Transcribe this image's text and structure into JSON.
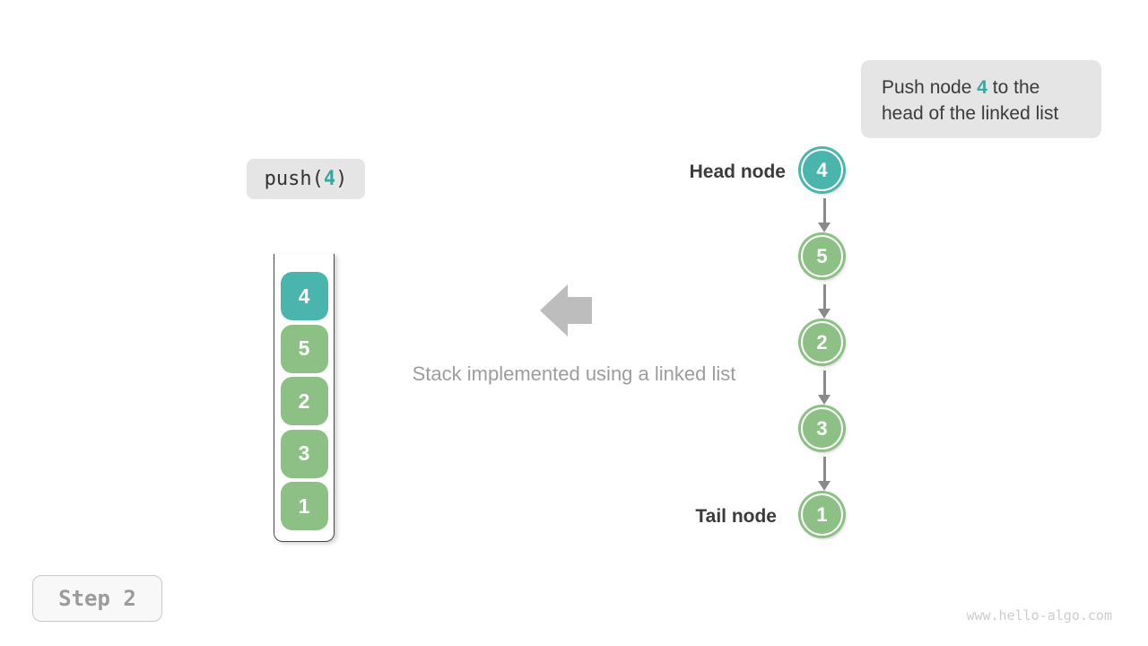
{
  "colors": {
    "teal": "#4ab5ac",
    "green": "#8cc084",
    "accent_text": "#3aa69e",
    "box_bg": "#e5e5e5",
    "dark_text": "#3b3b3b",
    "muted_text": "#9d9d9d",
    "arrow_gray": "#bdbdbd",
    "connector_gray": "#8a8a8a",
    "watermark": "#cccccc",
    "step_text": "#9b9b9b"
  },
  "callout": {
    "text_before": "Push node ",
    "value": "4",
    "text_after": " to the",
    "line2": "head of the linked list"
  },
  "code": {
    "prefix": "push(",
    "value": "4",
    "suffix": ")"
  },
  "stack": {
    "items": [
      {
        "value": "4",
        "highlight": true
      },
      {
        "value": "5",
        "highlight": false
      },
      {
        "value": "2",
        "highlight": false
      },
      {
        "value": "3",
        "highlight": false
      },
      {
        "value": "1",
        "highlight": false
      }
    ]
  },
  "caption": "Stack implemented using a linked list",
  "linked_list": {
    "head_label": "Head node",
    "tail_label": "Tail node",
    "nodes": [
      {
        "value": "4",
        "highlight": true
      },
      {
        "value": "5",
        "highlight": false
      },
      {
        "value": "2",
        "highlight": false
      },
      {
        "value": "3",
        "highlight": false
      },
      {
        "value": "1",
        "highlight": false
      }
    ]
  },
  "step": {
    "label": "Step 2"
  },
  "watermark": "www.hello-algo.com"
}
